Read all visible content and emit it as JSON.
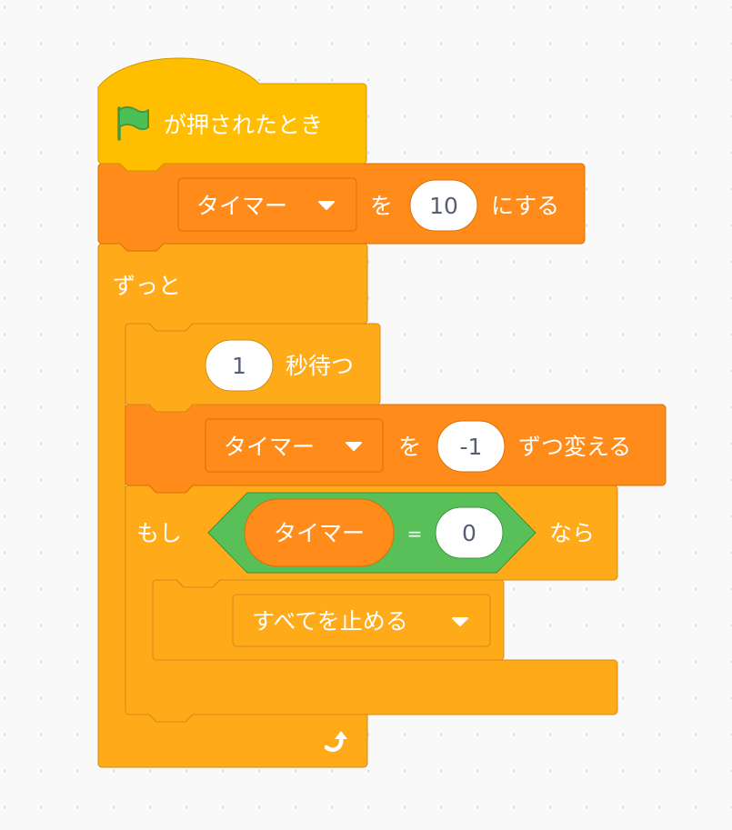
{
  "colors": {
    "events": "#ffbf00",
    "events_stroke": "#cc9900",
    "variables": "#ff8c1a",
    "variables_stroke": "#db6e00",
    "control": "#ffab19",
    "control_stroke": "#cf8b17",
    "operators": "#59c059",
    "operators_stroke": "#389438",
    "flag": "#4cbf56",
    "canvas": "#f9f9f9"
  },
  "script": {
    "hat": {
      "icon": "green-flag-icon",
      "label": "が押されたとき"
    },
    "set_var": {
      "variable": "タイマー",
      "to_label": "を",
      "value": "10",
      "suffix": "にする"
    },
    "forever": {
      "label": "ずっと",
      "loop_icon": "loop-arrow-icon"
    },
    "wait": {
      "value": "1",
      "suffix": "秒待つ"
    },
    "change_var": {
      "variable": "タイマー",
      "by_label": "を",
      "value": "-1",
      "suffix": "ずつ変える"
    },
    "if_block": {
      "label": "もし",
      "condition": {
        "left_reporter": "タイマー",
        "operator": "=",
        "right_value": "0"
      },
      "then_label": "なら"
    },
    "stop": {
      "option": "すべてを止める"
    }
  }
}
